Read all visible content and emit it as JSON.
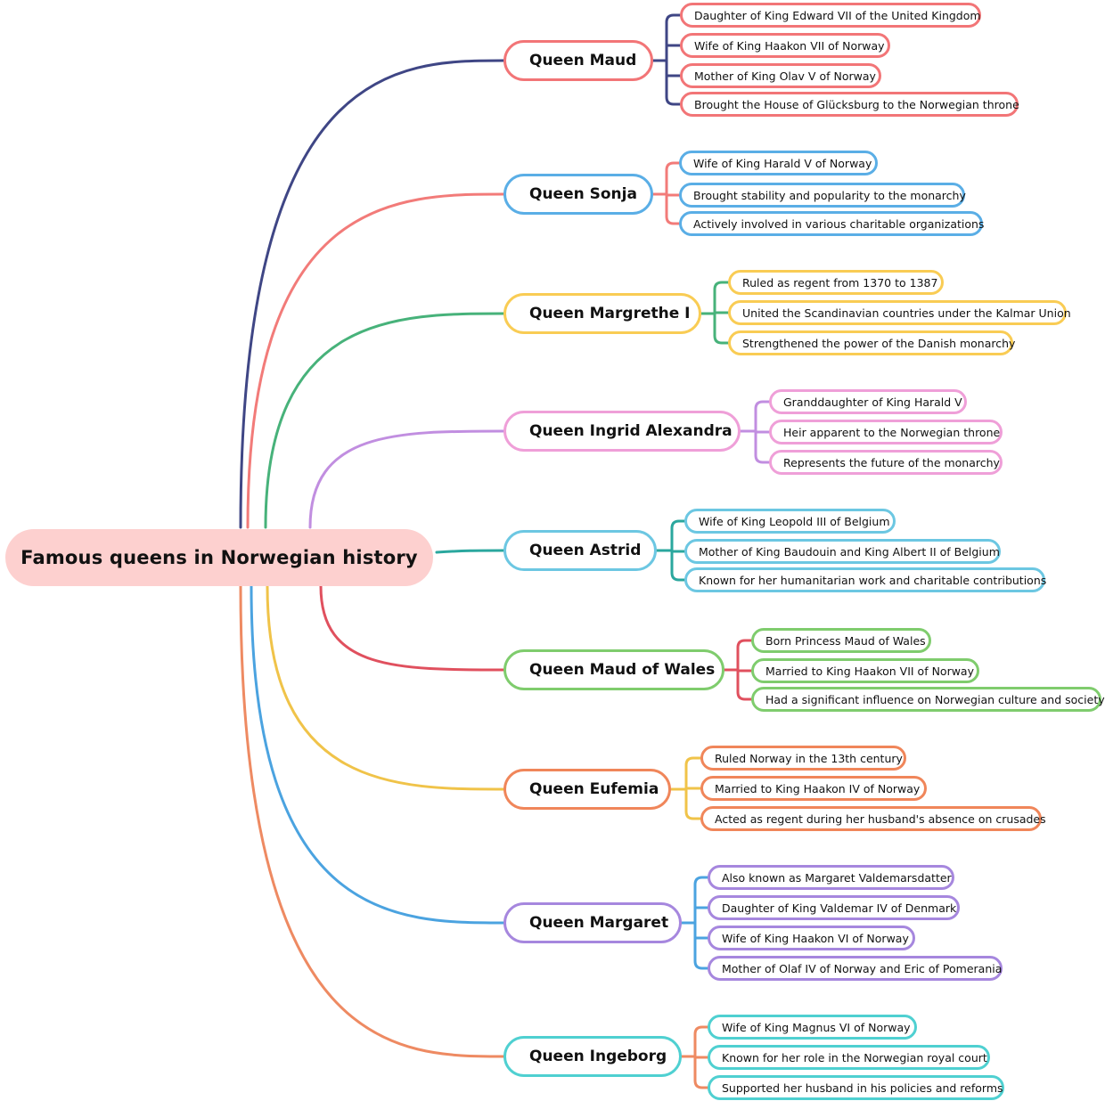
{
  "root": {
    "label": "Famous queens in Norwegian history"
  },
  "branches": [
    {
      "label": "Queen Maud",
      "line_color": "#3f4685",
      "box_color": "#f27577",
      "bracket_color": "#3f4685",
      "items": [
        "Daughter of King Edward VII of the United Kingdom",
        "Wife of King Haakon VII of Norway",
        "Mother of King Olav V of Norway",
        "Brought the House of Glücksburg to the Norwegian throne"
      ]
    },
    {
      "label": "Queen Sonja",
      "line_color": "#f27b79",
      "box_color": "#5aaee6",
      "bracket_color": "#f27b79",
      "items": [
        "Wife of King Harald V of Norway",
        "Brought stability and popularity to the monarchy",
        "Actively involved in various charitable organizations"
      ]
    },
    {
      "label": "Queen Margrethe I",
      "line_color": "#47b27a",
      "box_color": "#f9cc54",
      "bracket_color": "#47b27a",
      "items": [
        "Ruled as regent from 1370 to 1387",
        "United the Scandinavian countries under the Kalmar Union",
        "Strengthened the power of the Danish monarchy"
      ]
    },
    {
      "label": "Queen Ingrid Alexandra",
      "line_color": "#c18ee0",
      "box_color": "#ef9fd8",
      "bracket_color": "#c18ee0",
      "items": [
        "Granddaughter of King Harald V",
        "Heir apparent to the Norwegian throne",
        "Represents the future of the monarchy"
      ]
    },
    {
      "label": "Queen Astrid",
      "line_color": "#2aa79e",
      "box_color": "#6cc7e2",
      "bracket_color": "#2aa79e",
      "items": [
        "Wife of King Leopold III of Belgium",
        "Mother of King Baudouin and King Albert II of Belgium",
        "Known for her humanitarian work and charitable contributions"
      ]
    },
    {
      "label": "Queen Maud of Wales",
      "line_color": "#e0505e",
      "box_color": "#7fcc6d",
      "bracket_color": "#e0505e",
      "items": [
        "Born Princess Maud of Wales",
        "Married to King Haakon VII of Norway",
        "Had a significant influence on Norwegian culture and society"
      ]
    },
    {
      "label": "Queen Eufemia",
      "line_color": "#f0c349",
      "box_color": "#f0865a",
      "bracket_color": "#f0c349",
      "items": [
        "Ruled Norway in the 13th century",
        "Married to King Haakon IV of Norway",
        "Acted as regent during her husband's absence on crusades"
      ]
    },
    {
      "label": "Queen Margaret",
      "line_color": "#4ba3e0",
      "box_color": "#a687de",
      "bracket_color": "#4ba3e0",
      "items": [
        "Also known as Margaret Valdemarsdatter",
        "Daughter of King Valdemar IV of Denmark",
        "Wife of King Haakon VI of Norway",
        "Mother of Olaf IV of Norway and Eric of Pomerania"
      ]
    },
    {
      "label": "Queen Ingeborg",
      "line_color": "#ee8a62",
      "box_color": "#4fd0d1",
      "bracket_color": "#ee8a62",
      "items": [
        "Wife of King Magnus VI of Norway",
        "Known for her role in the Norwegian royal court",
        "Supported her husband in his policies and reforms"
      ]
    }
  ]
}
